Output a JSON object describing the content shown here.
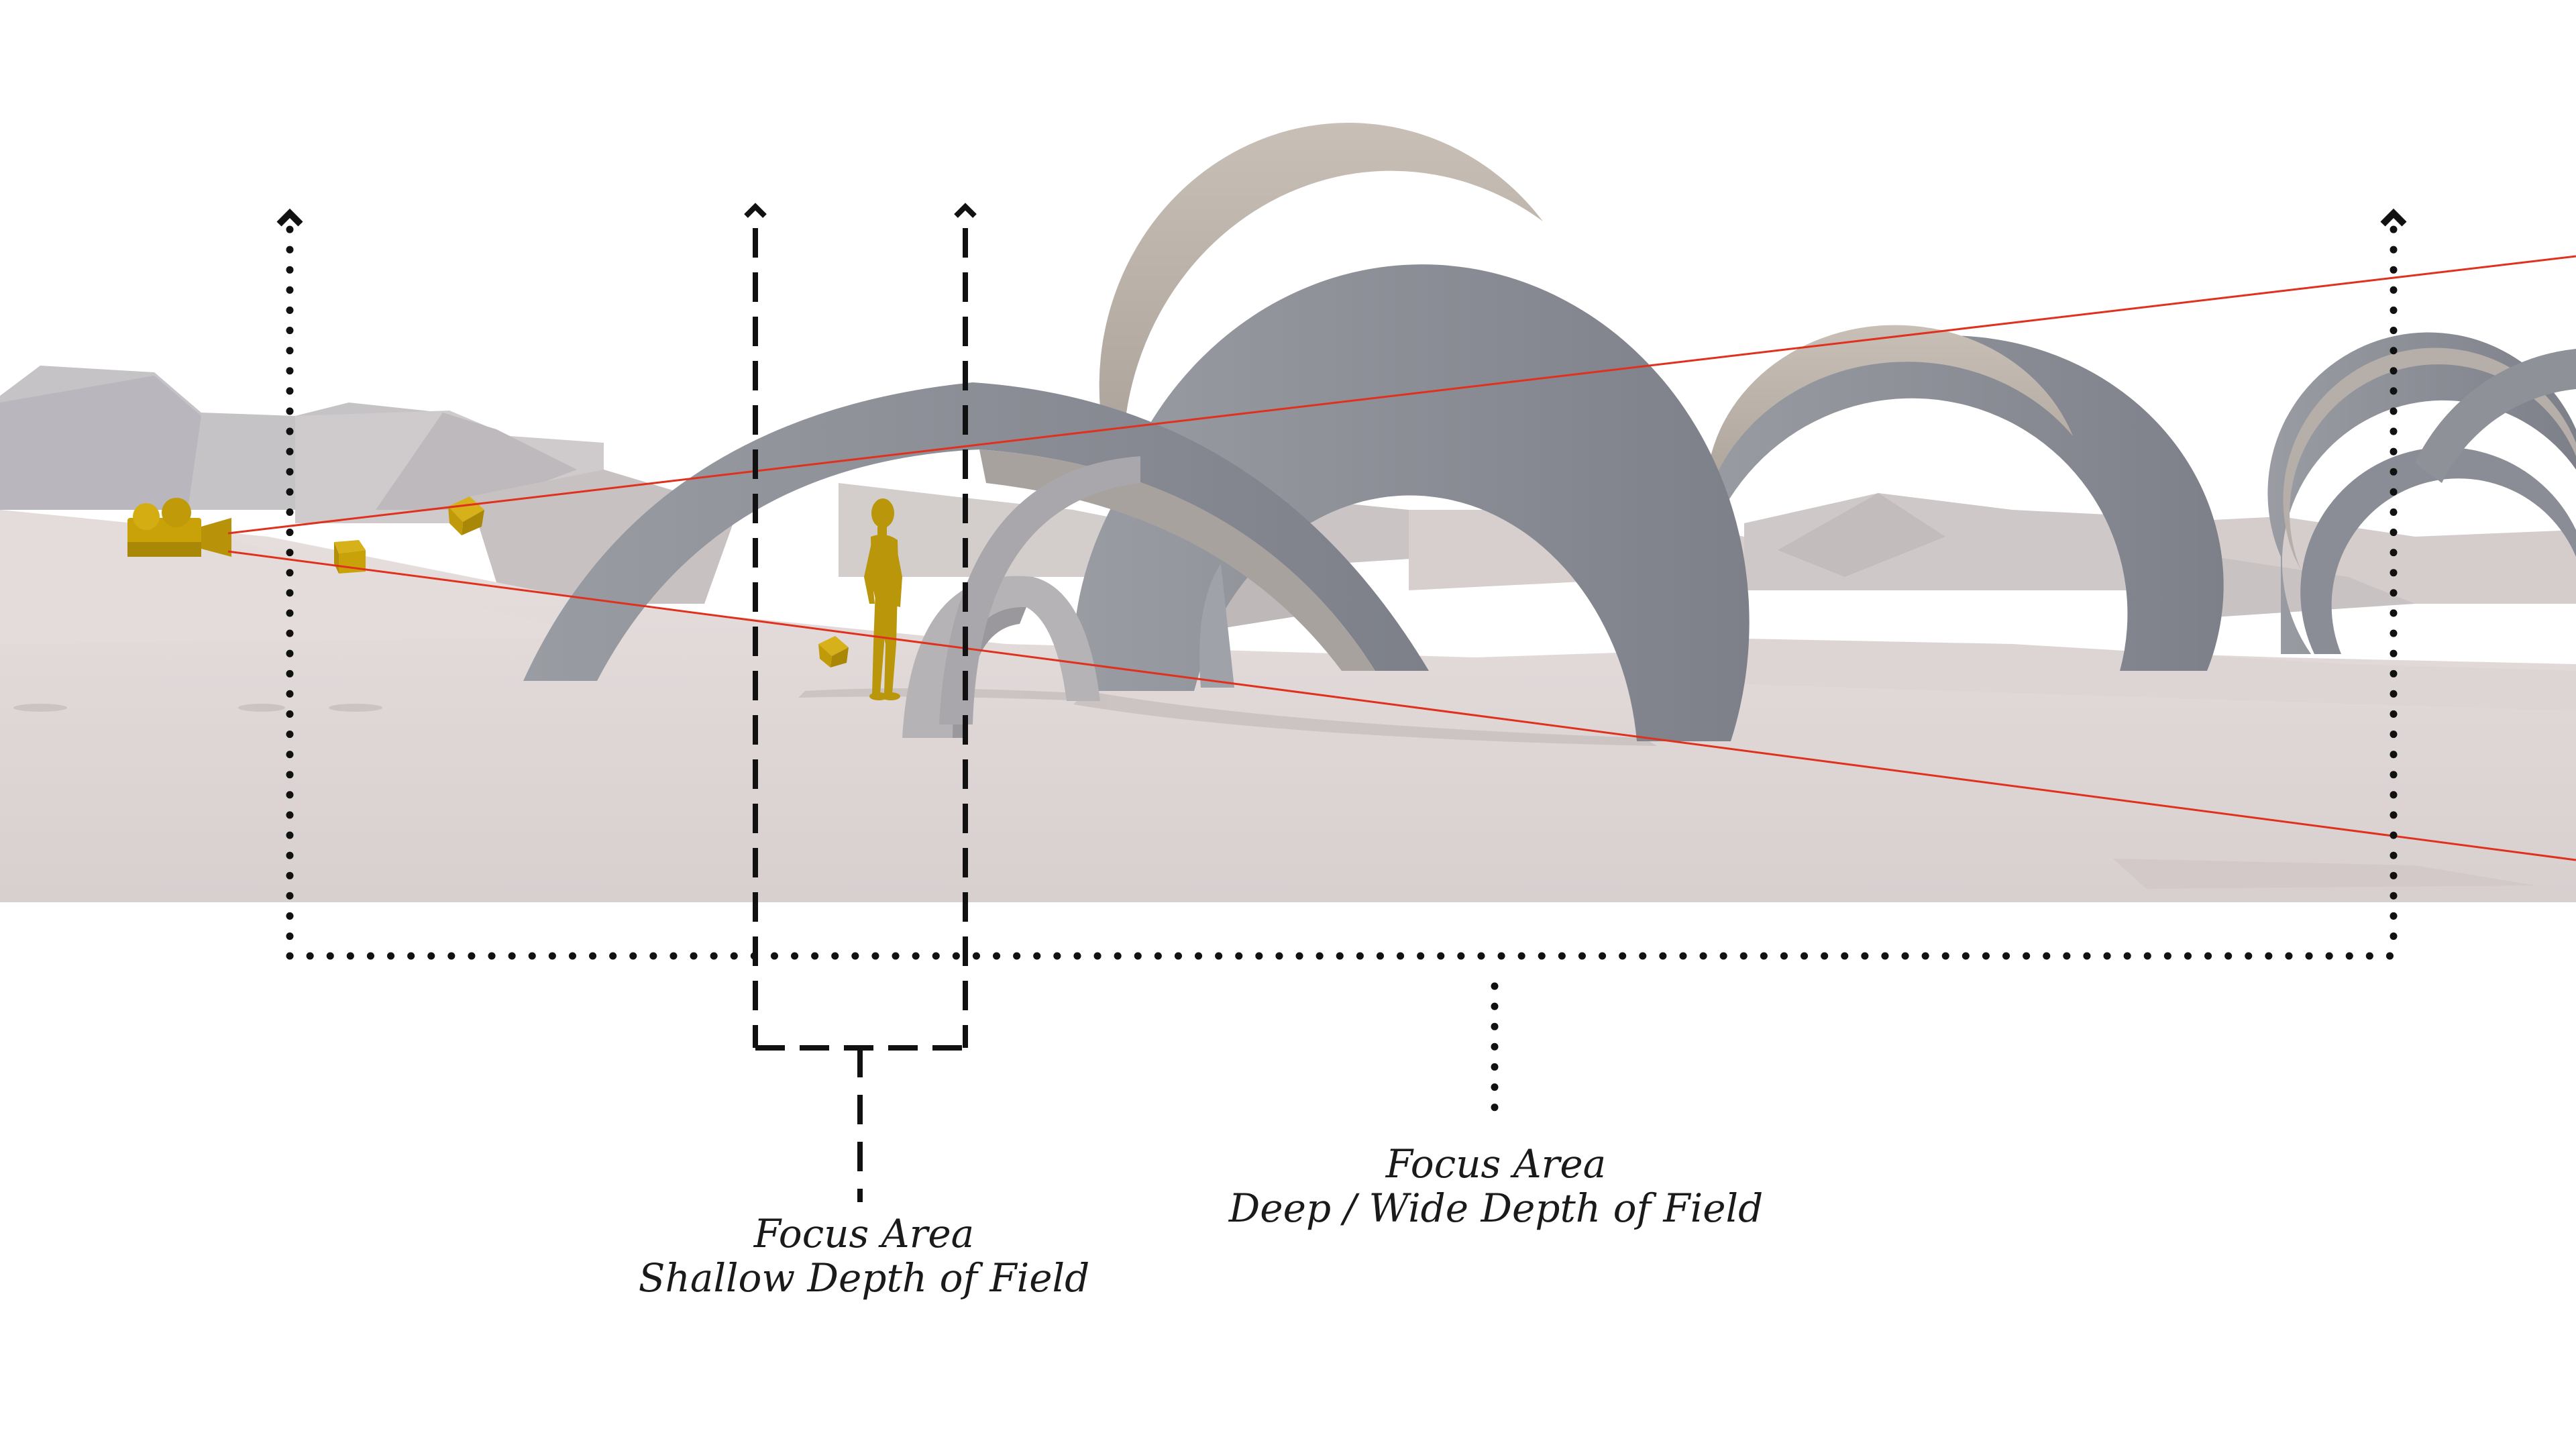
{
  "labels": {
    "shallow": {
      "line1": "Focus Area",
      "line2": "Shallow Depth of Field"
    },
    "deep": {
      "line1": "Focus Area",
      "line2": "Deep / Wide Depth of Field"
    }
  },
  "colors": {
    "ground": "#ddd6d5",
    "terrain": "#c9c4c6",
    "arch": "#8a8d95",
    "arch_inner": "#b4aca4",
    "camera": "#c9a20a",
    "sight_line": "#e0301e",
    "bracket": "#111111"
  },
  "icons": {
    "camera": "film-camera-icon",
    "figure": "mannequin-figure",
    "cubes": "cube-icon"
  }
}
